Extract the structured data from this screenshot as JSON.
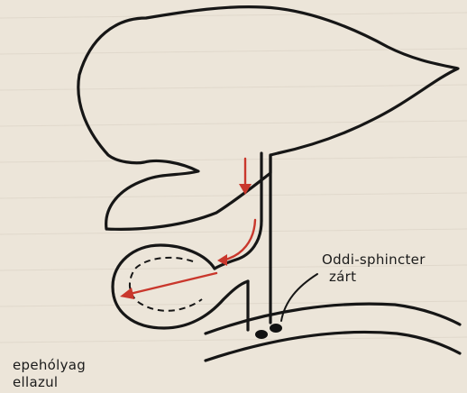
{
  "labels": {
    "sphincter_line1": "Oddi-sphincter",
    "sphincter_line2": "zárt",
    "gallbladder_line1": "epehólyag",
    "gallbladder_line2": "ellazul"
  },
  "colors": {
    "arrow": "#c9372c",
    "outline": "#161616",
    "background": "#ece5d9"
  }
}
